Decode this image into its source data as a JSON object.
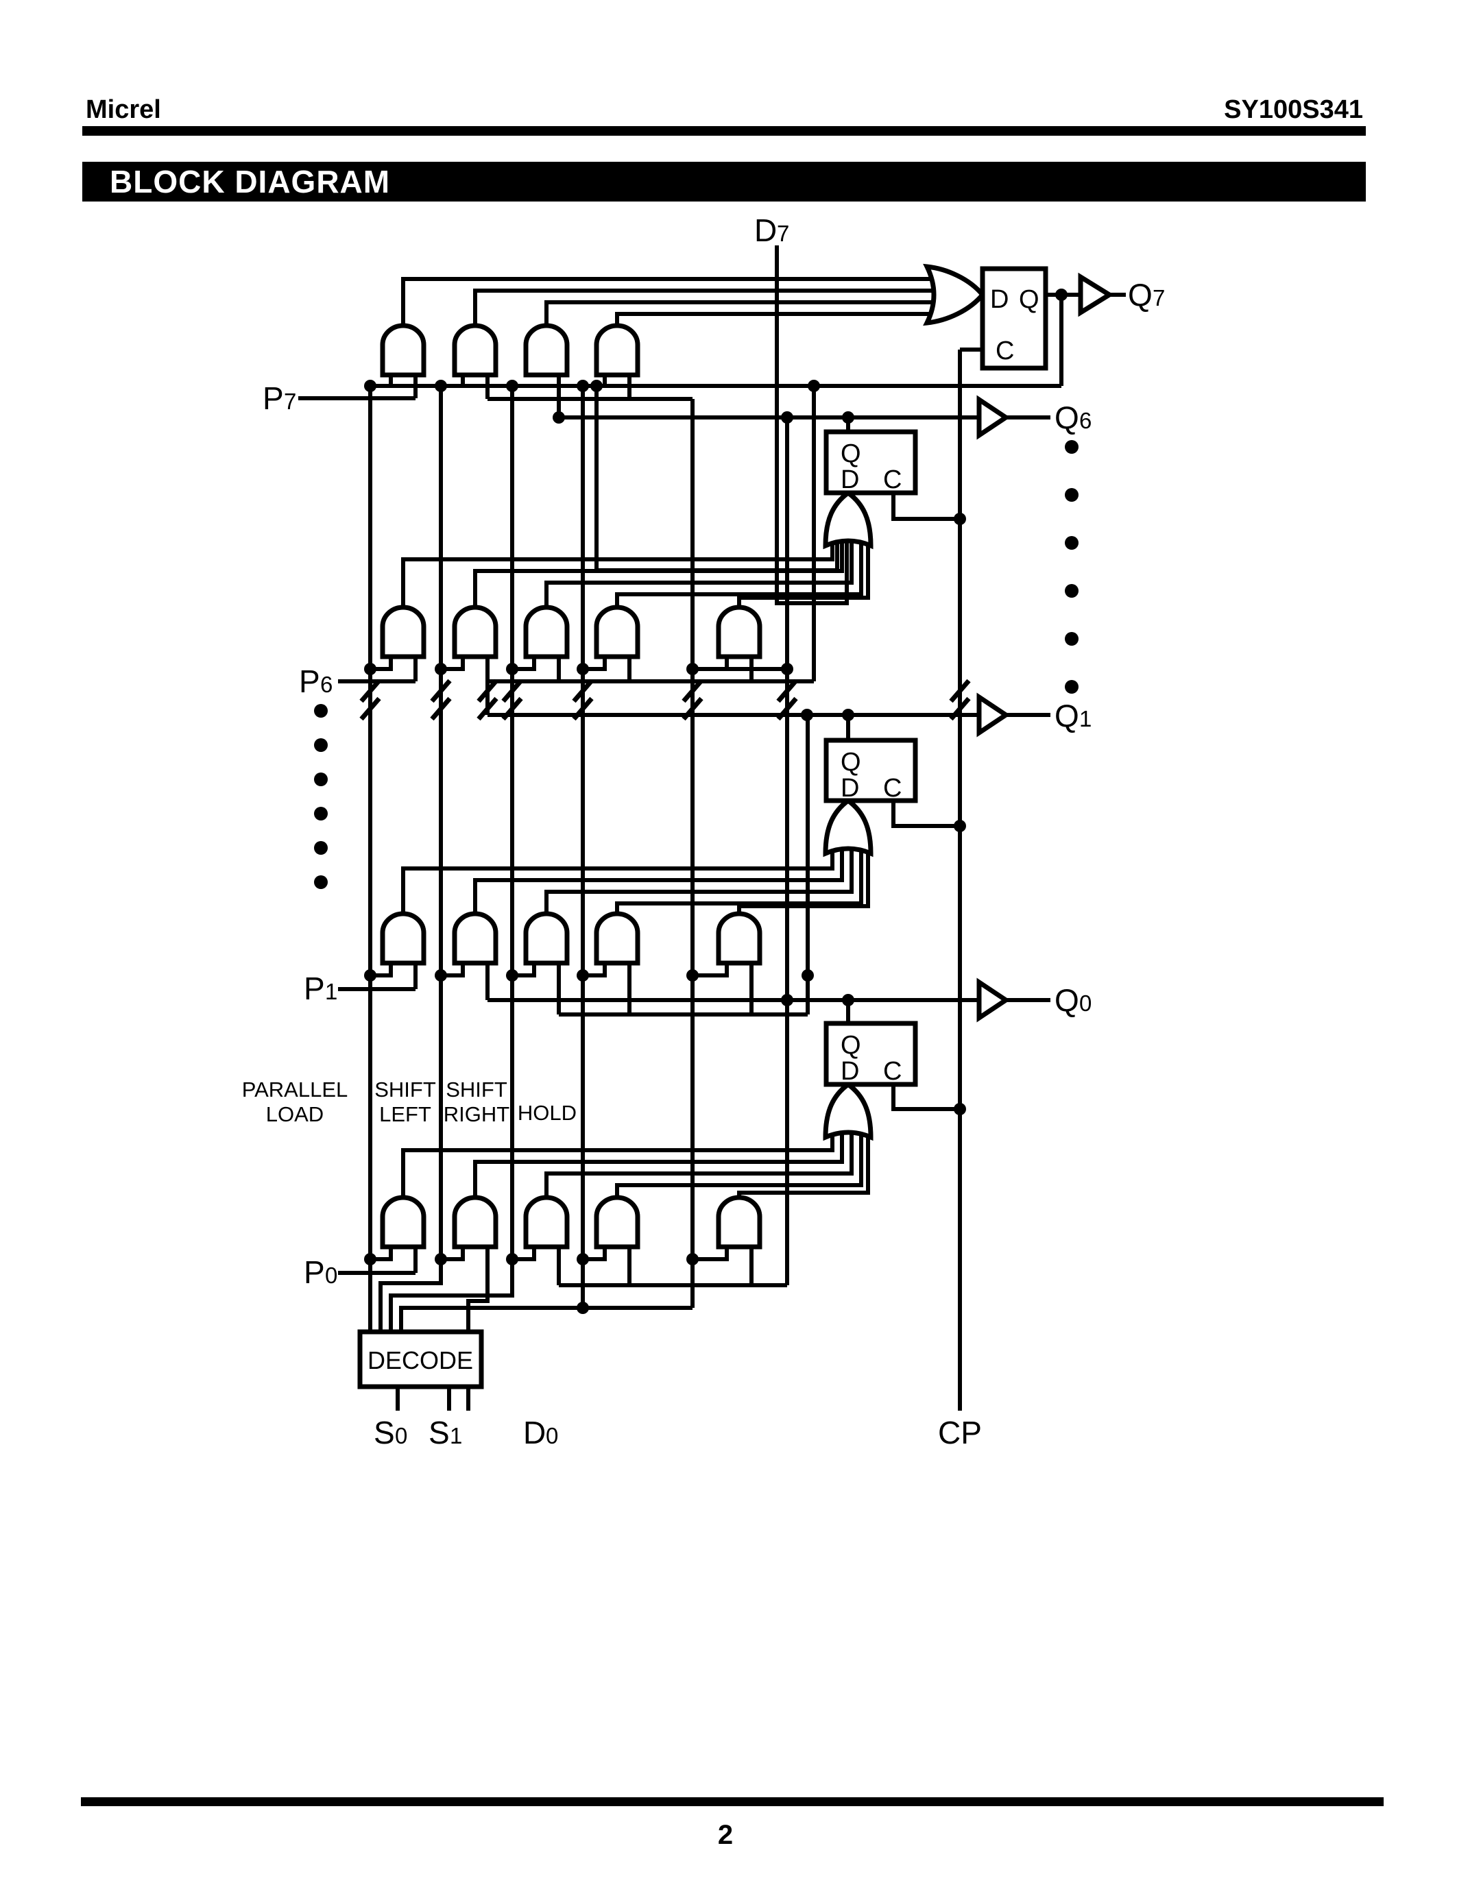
{
  "header": {
    "company": "Micrel",
    "part_number": "SY100S341"
  },
  "banner": {
    "title": "BLOCK DIAGRAM"
  },
  "footer": {
    "page_number": "2"
  },
  "flipflop": {
    "d": "D",
    "q": "Q",
    "c": "C"
  },
  "decode": {
    "label": "DECODE"
  },
  "modes": {
    "parallel_load_line1": "PARALLEL",
    "parallel_load_line2": "LOAD",
    "shift_left_line1": "SHIFT",
    "shift_left_line2": "LEFT",
    "shift_right_line1": "SHIFT",
    "shift_right_line2": "RIGHT",
    "hold": "HOLD"
  },
  "signals": {
    "d7": {
      "main": "D",
      "sub": "7"
    },
    "q7": {
      "main": "Q",
      "sub": "7"
    },
    "q6": {
      "main": "Q",
      "sub": "6"
    },
    "q1": {
      "main": "Q",
      "sub": "1"
    },
    "q0": {
      "main": "Q",
      "sub": "0"
    },
    "p7": {
      "main": "P",
      "sub": "7"
    },
    "p6": {
      "main": "P",
      "sub": "6"
    },
    "p1": {
      "main": "P",
      "sub": "1"
    },
    "p0": {
      "main": "P",
      "sub": "0"
    },
    "s0": {
      "main": "S",
      "sub": "0"
    },
    "s1": {
      "main": "S",
      "sub": "1"
    },
    "d0": {
      "main": "D",
      "sub": "0"
    },
    "cp": {
      "main": "CP",
      "sub": ""
    }
  }
}
